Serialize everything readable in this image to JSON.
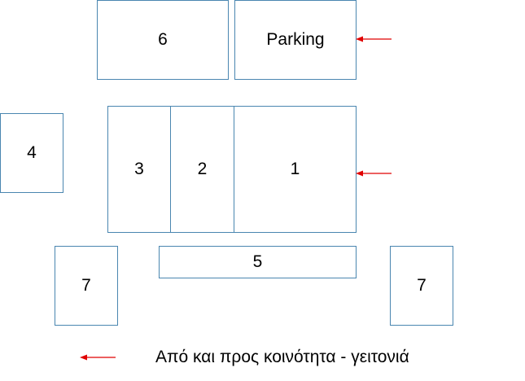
{
  "boxes": {
    "b6": "6",
    "parking": "Parking",
    "b4": "4",
    "b3": "3",
    "b2": "2",
    "b1": "1",
    "b5": "5",
    "b7_left": "7",
    "b7_right": "7"
  },
  "legend": {
    "text": "Από και προς κοινότητα - γειτονιά"
  },
  "colors": {
    "box_border": "#4a86b0",
    "arrow": "#e00000"
  },
  "icons": {
    "arrow": "left-arrow-icon"
  }
}
